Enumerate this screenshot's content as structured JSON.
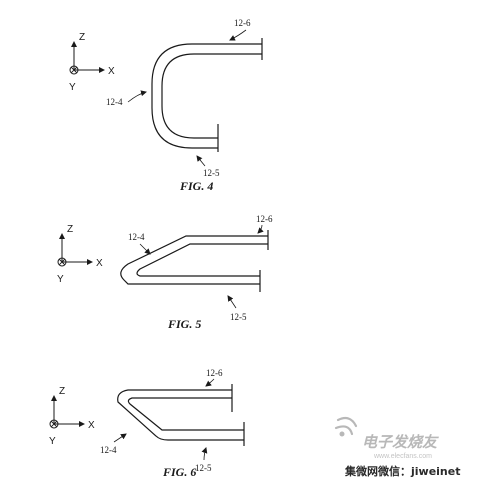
{
  "figures": [
    {
      "caption": "FIG. 4",
      "axes": {
        "z": "Z",
        "x": "X",
        "y": "Y"
      },
      "labels": {
        "top": "12-6",
        "side": "12-4",
        "bottom": "12-5"
      }
    },
    {
      "caption": "FIG. 5",
      "axes": {
        "z": "Z",
        "x": "X",
        "y": "Y"
      },
      "labels": {
        "top": "12-6",
        "side": "12-4",
        "bottom": "12-5"
      }
    },
    {
      "caption": "FIG. 6",
      "axes": {
        "z": "Z",
        "x": "X",
        "y": "Y"
      },
      "labels": {
        "top": "12-6",
        "side": "12-4",
        "bottom": "12-5"
      }
    }
  ],
  "watermark": {
    "cn_title": "电子发烧友",
    "url": "www.elecfans.com",
    "footer": "集微网微信：jiweinet"
  },
  "colors": {
    "line": "#1a1a1a",
    "watermark": "#b8b8b8"
  }
}
